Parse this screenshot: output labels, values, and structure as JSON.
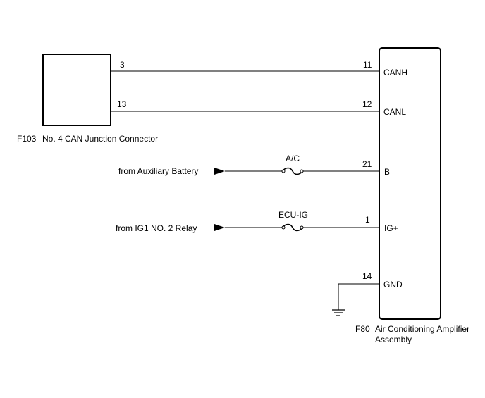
{
  "junction_connector": {
    "code": "F103",
    "name": "No. 4 CAN Junction Connector",
    "pins": {
      "canh": "3",
      "canl": "13"
    }
  },
  "amplifier": {
    "code": "F80",
    "name_line1": "Air Conditioning Amplifier",
    "name_line2": "Assembly",
    "terminals": [
      {
        "pin": "11",
        "label": "CANH"
      },
      {
        "pin": "12",
        "label": "CANL"
      },
      {
        "pin": "21",
        "label": "B"
      },
      {
        "pin": "1",
        "label": "IG+"
      },
      {
        "pin": "14",
        "label": "GND"
      }
    ]
  },
  "inputs": [
    {
      "source": "from Auxiliary Battery",
      "fuse": "A/C"
    },
    {
      "source": "from IG1 NO. 2 Relay",
      "fuse": "ECU-IG"
    }
  ]
}
